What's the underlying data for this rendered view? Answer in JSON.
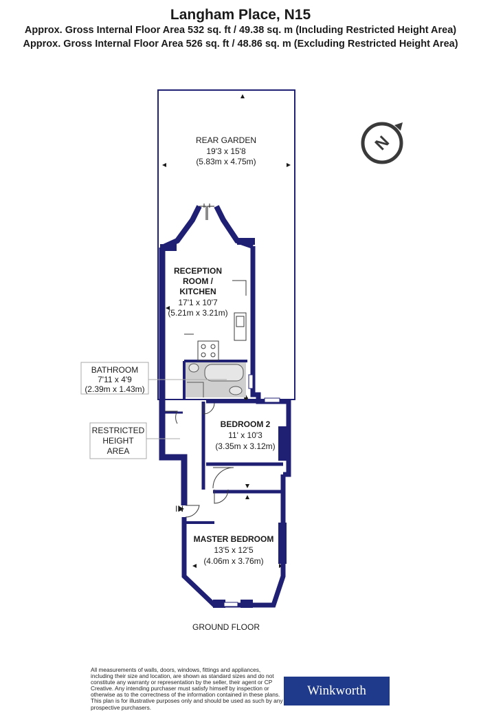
{
  "header": {
    "title": "Langham Place, N15",
    "area_including": "Approx. Gross Internal Floor Area 532 sq. ft / 49.38 sq. m (Including Restricted Height Area)",
    "area_excluding": "Approx. Gross Internal Floor Area 526 sq. ft / 48.86 sq. m (Excluding Restricted Height Area)"
  },
  "compass": {
    "letter": "N"
  },
  "rooms": {
    "rear_garden": {
      "name": "REAR GARDEN",
      "imperial": "19'3 x 15'8",
      "metric": "(5.83m x 4.75m)"
    },
    "reception": {
      "name_l1": "RECEPTION",
      "name_l2": "ROOM /",
      "name_l3": "KITCHEN",
      "imperial": "17'1 x 10'7",
      "metric": "(5.21m x 3.21m)"
    },
    "bathroom": {
      "name": "BATHROOM",
      "imperial": "7'11 x 4'9",
      "metric": "(2.39m x 1.43m)"
    },
    "bedroom2": {
      "name": "BEDROOM 2",
      "imperial": "11' x 10'3",
      "metric": "(3.35m x 3.12m)"
    },
    "master": {
      "name": "MASTER BEDROOM",
      "imperial": "13'5 x 12'5",
      "metric": "(4.06m x 3.76m)"
    },
    "restricted": {
      "l1": "RESTRICTED",
      "l2": "HEIGHT",
      "l3": "AREA"
    }
  },
  "entrance_label": "IN",
  "floor_label": "GROUND FLOOR",
  "disclaimer": "All measurements of walls, doors, windows, fittings and appliances, including their size and location, are shown as standard sizes and do not constitute any warranty or representation by the seller, their agent or CP Creative. Any intending purchaser must satisfy himself by inspection or otherwise as to the correctness of the information contained in these plans. This plan is for illustrative purposes only and should be used as such by any prospective purchasers.",
  "logo": "Winkworth",
  "colors": {
    "wall": "#1f1f73",
    "logo_bg": "#1f3a8a",
    "fixture": "#cfcfcf"
  }
}
